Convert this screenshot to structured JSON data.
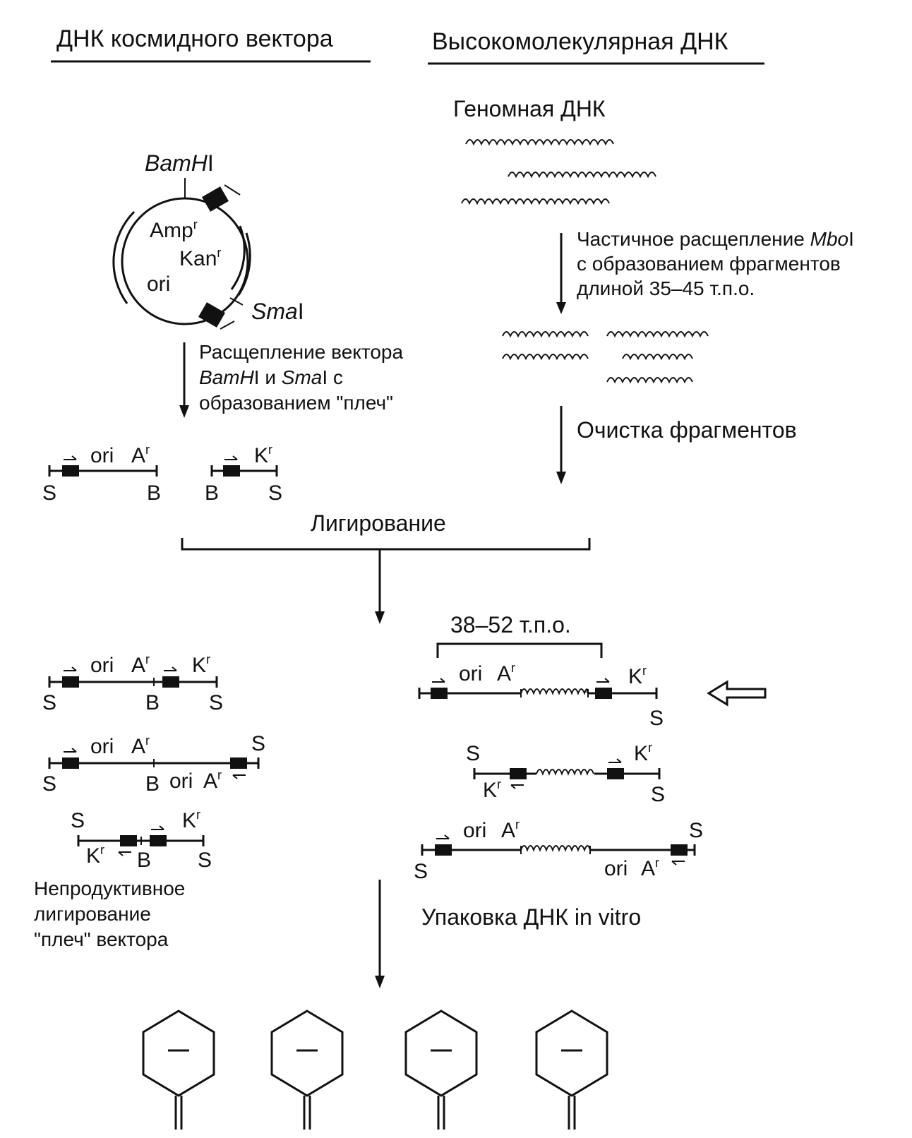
{
  "headings": {
    "left": "ДНК космидного вектора",
    "right": "Высокомолекулярная ДНК"
  },
  "genomic": {
    "title": "Геномная ДНК",
    "step1": [
      "Частичное расщепление ",
      "Mbo",
      "I",
      "с образованием фрагментов",
      "длиной 35–45 т.п.о."
    ],
    "step2": "Очистка фрагментов"
  },
  "plasmid": {
    "bamhi": [
      "BamH",
      "I"
    ],
    "smai": [
      "Sma",
      "I"
    ],
    "amp": [
      "Amp",
      "r"
    ],
    "kan": [
      "Kan",
      "r"
    ],
    "ori": "ori"
  },
  "cleavage": {
    "line1": "Расщепление вектора",
    "line2": [
      "BamH",
      "I и ",
      "Sma",
      "I с"
    ],
    "line3": "образованием \"плеч\""
  },
  "labels": {
    "ori": "ori",
    "A": "A",
    "K": "K",
    "r": "r",
    "S": "S",
    "B": "B"
  },
  "ligation": "Лигирование",
  "size_label": "38–52 т.п.о.",
  "nonproductive": [
    "Непродуктивное",
    "лигирование",
    "\"плеч\" вектора"
  ],
  "packaging": "Упаковка ДНК in vitro",
  "phage_count": 4
}
